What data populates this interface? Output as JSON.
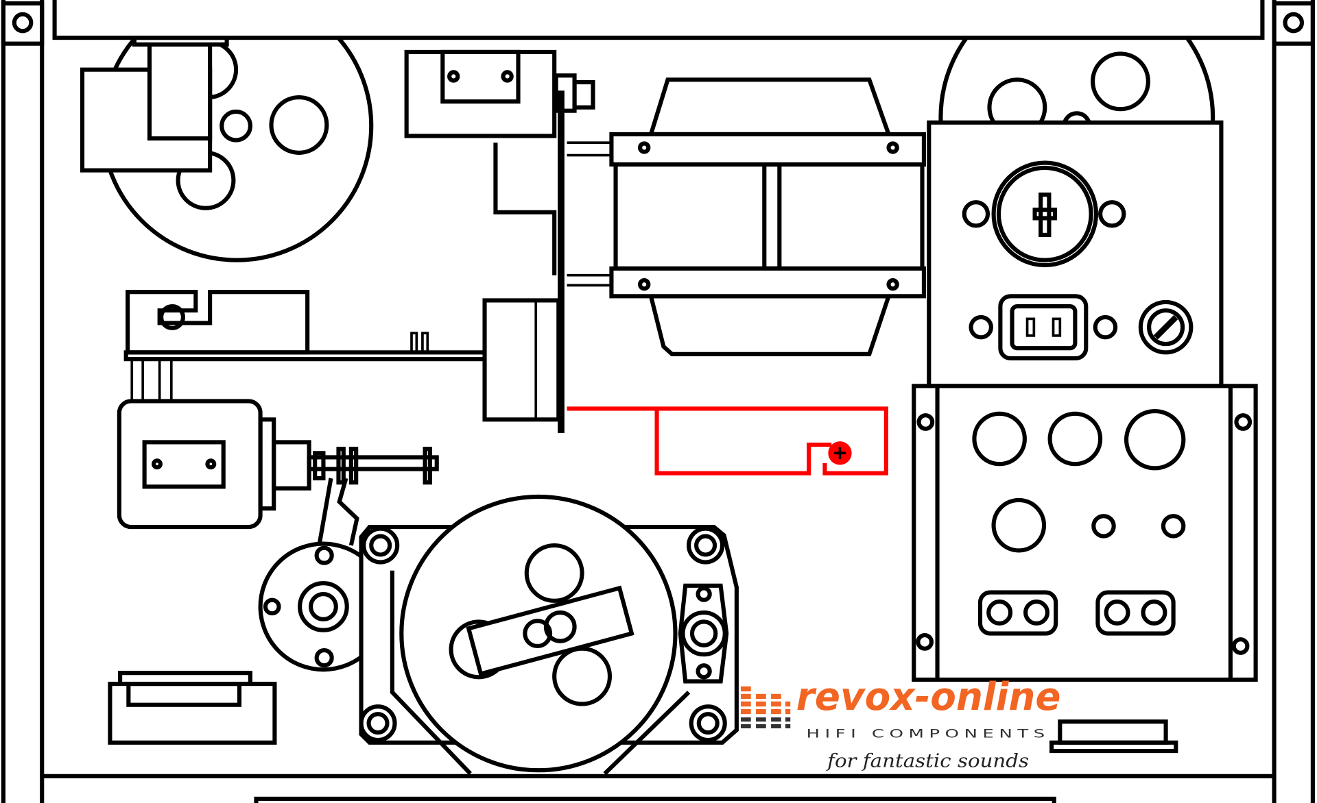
{
  "logo": {
    "brand": "revox-online",
    "tagline": "HIFI COMPONENTS",
    "slogan": "for fantastic sounds",
    "brand_color": "#f26522",
    "dark_color": "#333333"
  },
  "colors": {
    "line": "#000000",
    "highlight_wire": "#ff0000",
    "background": "#ffffff"
  }
}
